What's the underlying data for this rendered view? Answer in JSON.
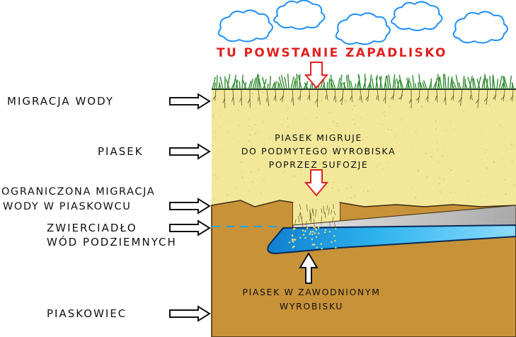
{
  "title": "TU POWSTANIE ZAPADLISKO",
  "left_labels": {
    "migracja": "MIGRACJA WODY",
    "piasek": "PIASEK",
    "ograniczona_1": "OGRANICZONA MIGRACJA",
    "ograniczona_2": "WODY W PIASKOWCU",
    "zwierciadlo_1": "ZWIERCIADŁO",
    "zwierciadlo_2": "WÓD PODZIEMNYCH",
    "piaskowiec": "PIASKOWIEC"
  },
  "notes": {
    "sufozja_1": "PIASEK MIGRUJE",
    "sufozja_2": "DO PODMYTEGO WYROBISKA",
    "sufozja_3": "POPRZEZ SUFOZJE",
    "wyrobisko_1": "PIASEK W ZAWODNIONYM",
    "wyrobisko_2": "WYROBISKU"
  },
  "colors": {
    "sky": "#ffffff",
    "cloud_fill": "#ffffff",
    "cloud_stroke": "#1e90ff",
    "grass": "#2e8b2e",
    "sand": "#f3e89a",
    "sandstone": "#c89238",
    "water": "#1fa7e8",
    "water_light": "#9be0ff",
    "cavity_top": "#c8c8c8",
    "title_red": "#e02020",
    "arrow_red": "#e02020"
  }
}
